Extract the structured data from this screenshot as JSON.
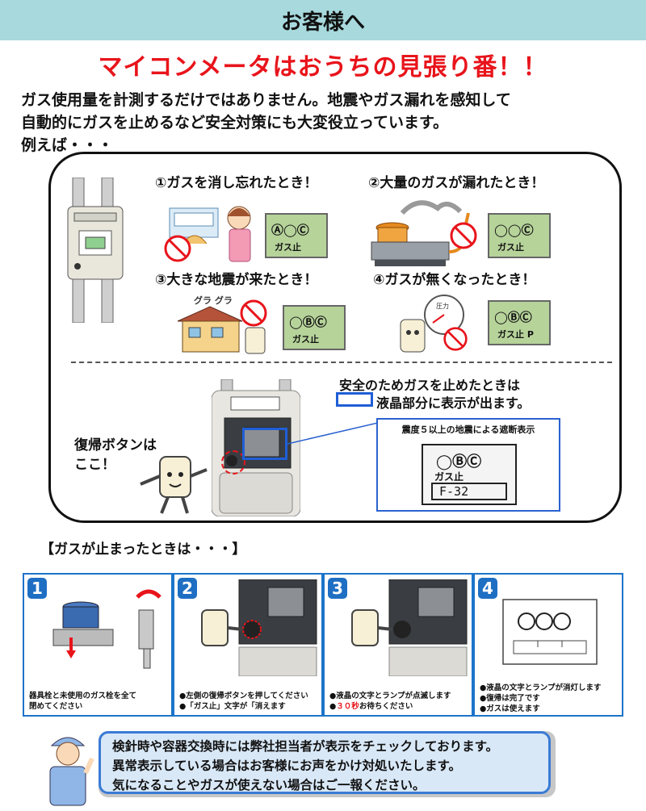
{
  "banner": {
    "title": "お客様へ"
  },
  "headline": "マイコンメータはおうちの見張り番！！",
  "intro": {
    "lines": [
      "ガス使用量を計測するだけではありません。地震やガス漏れを感知して",
      "自動的にガスを止めるなど安全対策にも大変役立っています。",
      "例えば・・・"
    ]
  },
  "scenarios": [
    {
      "title": "①ガスを消し忘れたとき！",
      "display": "Ⓐ◯Ⓒ",
      "label": "ガス止",
      "stop": "ストップ"
    },
    {
      "title": "②大量のガスが漏れたとき！",
      "display": "◯◯Ⓒ",
      "label": "ガス止",
      "stop": "ストップ"
    },
    {
      "title": "③大きな地震が来たとき！",
      "display": "◯ⒷⒸ",
      "label": "ガス止",
      "stop": "ストップ",
      "sound": "グラ グラ"
    },
    {
      "title": "④ガスが無くなったとき！",
      "display": "◯ⒷⒸ",
      "label": "ガス止 P",
      "stop": "ストップ",
      "gauge": "圧力"
    }
  ],
  "meter_section": {
    "note_line1": "安全のためガスを止めたときは",
    "note_line2": "液晶部分に表示が出ます。",
    "return_button_line1": "復帰ボタンは",
    "return_button_line2": "ここ！",
    "panel_title": "震度５以上の地震による遮断表示",
    "panel_display": "◯ⒷⒸ",
    "panel_label": "ガス止",
    "panel_code": "F-32"
  },
  "steps_section": {
    "title": "【ガスが止まったときは・・・】",
    "steps": [
      {
        "number": "1",
        "lines": [
          "器具栓と未使用のガス栓を全て",
          "閉めてください"
        ]
      },
      {
        "number": "2",
        "lines": [
          "●左側の復帰ボタンを押してください",
          "●「ガス止」文字が「消えます"
        ]
      },
      {
        "number": "3",
        "lines": [
          "●液晶の文字とランプが点滅します"
        ],
        "wait_prefix": "●",
        "wait_red": "３０秒",
        "wait_suffix": "お待ちください"
      },
      {
        "number": "4",
        "lines": [
          "●液晶の文字とランプが消灯します",
          "●復帰は完了です",
          "●ガスは使えます"
        ]
      }
    ]
  },
  "footer": {
    "lines": [
      "検針時や容器交換時には弊社担当者が表示をチェックしております。",
      "異常表示している場合はお客様にお声をかけ対処いたします。",
      "気になることやガスが使えない場合はご一報ください。"
    ]
  },
  "colors": {
    "banner": "#a7d9dd",
    "headline": "#e8141b",
    "lcd_green": "#b6d39a",
    "step_blue": "#1d74c9",
    "footer_bg": "#d9e8f7"
  }
}
